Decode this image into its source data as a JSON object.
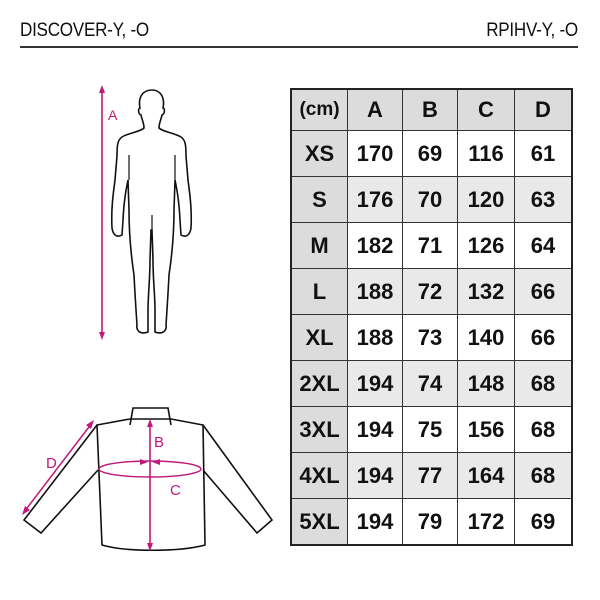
{
  "header": {
    "left_title": "DISCOVER-Y, -O",
    "right_title": "RPIHV-Y, -O"
  },
  "figures": {
    "body": {
      "label_a": "A",
      "accent_color": "#c2187a"
    },
    "jacket": {
      "label_b": "B",
      "label_c": "C",
      "label_d": "D",
      "accent_color": "#c2187a"
    }
  },
  "table": {
    "columns": [
      "(cm)",
      "A",
      "B",
      "C",
      "D"
    ],
    "rows": [
      {
        "size": "XS",
        "A": "170",
        "B": "69",
        "C": "116",
        "D": "61"
      },
      {
        "size": "S",
        "A": "176",
        "B": "70",
        "C": "120",
        "D": "63"
      },
      {
        "size": "M",
        "A": "182",
        "B": "71",
        "C": "126",
        "D": "64"
      },
      {
        "size": "L",
        "A": "188",
        "B": "72",
        "C": "132",
        "D": "66"
      },
      {
        "size": "XL",
        "A": "188",
        "B": "73",
        "C": "140",
        "D": "66"
      },
      {
        "size": "2XL",
        "A": "194",
        "B": "74",
        "C": "148",
        "D": "68"
      },
      {
        "size": "3XL",
        "A": "194",
        "B": "75",
        "C": "156",
        "D": "68"
      },
      {
        "size": "4XL",
        "A": "194",
        "B": "77",
        "C": "164",
        "D": "68"
      },
      {
        "size": "5XL",
        "A": "194",
        "B": "79",
        "C": "172",
        "D": "69"
      }
    ]
  }
}
